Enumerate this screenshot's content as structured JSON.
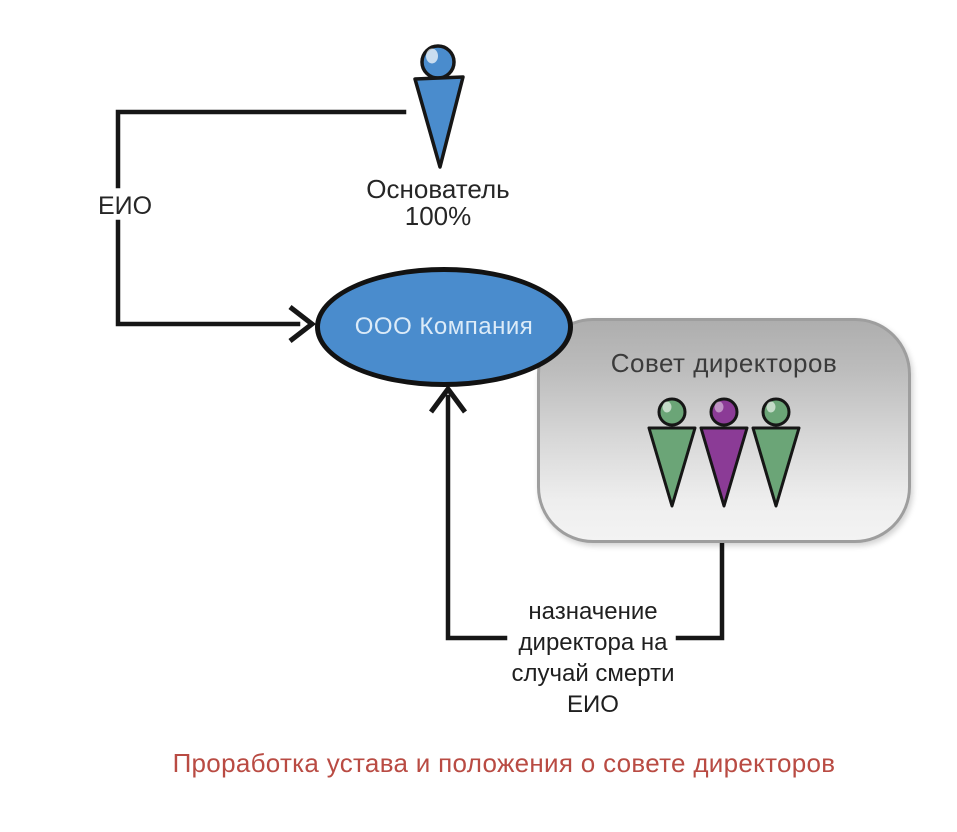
{
  "founder": {
    "label": "Основатель",
    "share": "100%"
  },
  "eio": {
    "label": "ЕИО"
  },
  "company": {
    "label": "ООО Компания"
  },
  "board": {
    "title": "Совет директоров",
    "members": [
      {
        "icon": "person-icon",
        "color": "#6ba577"
      },
      {
        "icon": "person-icon",
        "color": "#8b3b96"
      },
      {
        "icon": "person-icon",
        "color": "#6ba577"
      }
    ]
  },
  "appointment": {
    "lines": [
      "назначение",
      "директора на",
      "случай смерти",
      "ЕИО"
    ]
  },
  "footer": {
    "text": "Проработка устава и положения о совете директоров",
    "color": "#b94b43"
  },
  "colors": {
    "person_blue": "#4a8ccd",
    "company_text": "#dcebf8",
    "board_title": "#3b3b3b",
    "connector_black": "#161616"
  }
}
